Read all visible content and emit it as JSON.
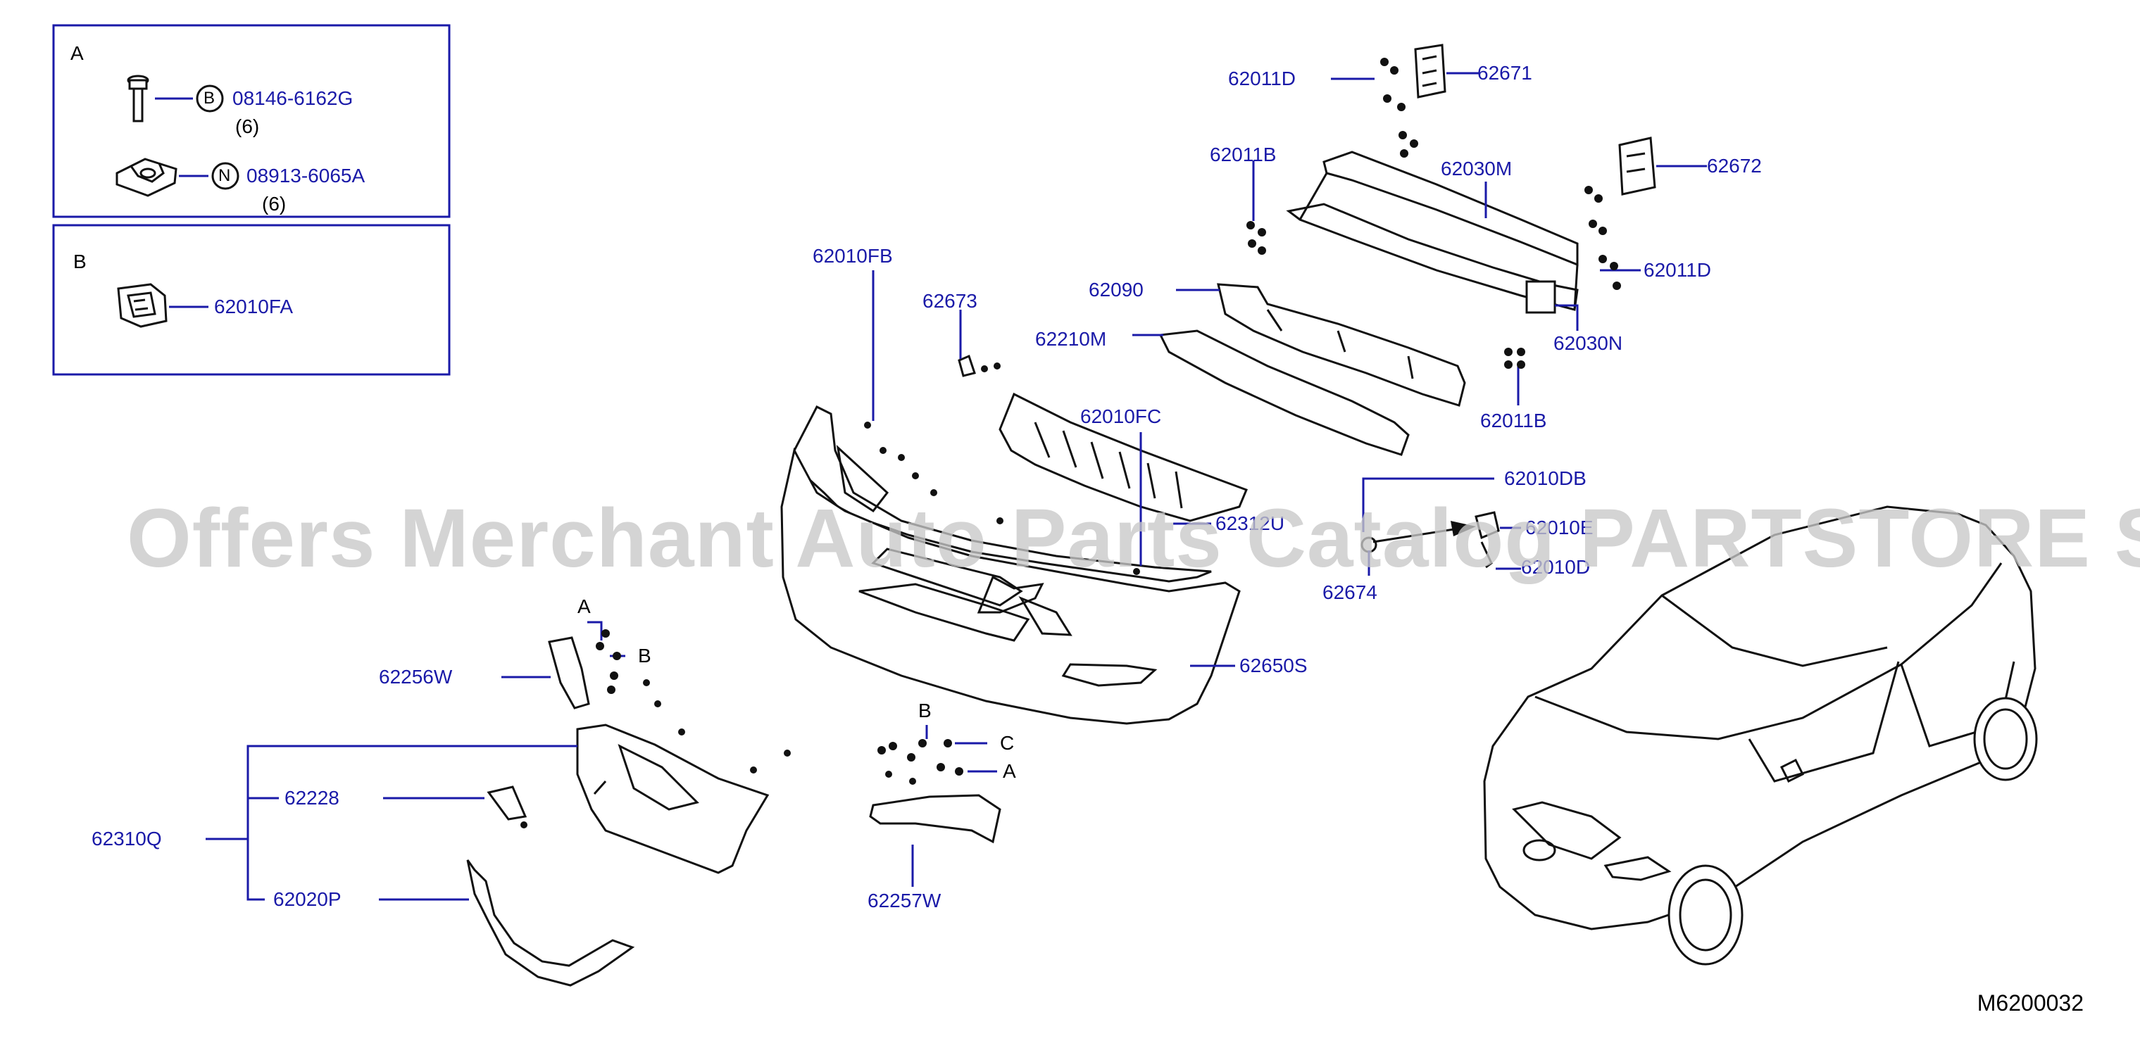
{
  "diagram": {
    "code": "M6200032",
    "watermark": "Offers Merchant Auto Parts Catalog PARTSTORE SA",
    "box_a": {
      "title": "A",
      "bolt_symbol": "B",
      "bolt_part": "08146-6162G",
      "bolt_qty": "(6)",
      "nut_symbol": "N",
      "nut_part": "08913-6065A",
      "nut_qty": "(6)"
    },
    "box_b": {
      "title": "B",
      "clip_part": "62010FA"
    },
    "labels": {
      "p62011D_top": "62011D",
      "p62671": "62671",
      "p62011B_top": "62011B",
      "p62030M": "62030M",
      "p62672": "62672",
      "p62011D_right": "62011D",
      "p62010FB": "62010FB",
      "p62673": "62673",
      "p62090": "62090",
      "p62210M": "62210M",
      "p62030N": "62030N",
      "p62011B_bottom": "62011B",
      "p62010FC": "62010FC",
      "p62312U": "62312U",
      "p62010DB": "62010DB",
      "p62010E": "62010E",
      "p62674": "62674",
      "p62010D": "62010D",
      "p62650S": "62650S",
      "p62256W": "62256W",
      "ref_a1": "A",
      "ref_b1": "B",
      "ref_b2": "B",
      "ref_c": "C",
      "ref_a2": "A",
      "p62228": "62228",
      "p62310Q": "62310Q",
      "p62020P": "62020P",
      "p62257W": "62257W"
    },
    "colors": {
      "label": "#1a1aa8",
      "line": "#1a1aa8",
      "drawing": "#111111",
      "watermark": "#c8c8c8"
    }
  }
}
